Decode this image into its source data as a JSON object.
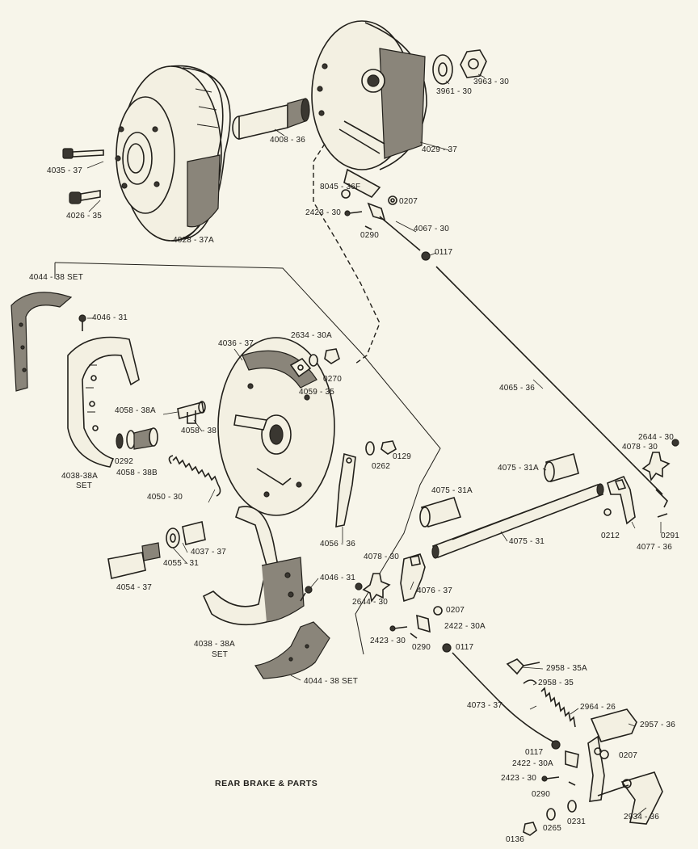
{
  "caption": "REAR BRAKE & PARTS",
  "parts": [
    {
      "id": "p-4035-37",
      "label": "4035 - 37"
    },
    {
      "id": "p-4026-35",
      "label": "4026 - 35"
    },
    {
      "id": "p-4028-37a",
      "label": "4028 - 37A"
    },
    {
      "id": "p-4008-36",
      "label": "4008 - 36"
    },
    {
      "id": "p-4029-37",
      "label": "4029 - 37"
    },
    {
      "id": "p-3961-30",
      "label": "3961 - 30"
    },
    {
      "id": "p-3963-30",
      "label": "3963 - 30"
    },
    {
      "id": "p-8045-36f",
      "label": "8045 - 36F"
    },
    {
      "id": "p-0207-top",
      "label": "0207"
    },
    {
      "id": "p-2423-30-top",
      "label": "2423 - 30"
    },
    {
      "id": "p-0290-top",
      "label": "0290"
    },
    {
      "id": "p-4067-30",
      "label": "4067 - 30"
    },
    {
      "id": "p-0117-top",
      "label": "0117"
    },
    {
      "id": "p-4044-38set-top",
      "label": "4044 - 38 SET"
    },
    {
      "id": "p-4046-31-top",
      "label": "4046 - 31"
    },
    {
      "id": "p-4036-37",
      "label": "4036 - 37"
    },
    {
      "id": "p-2634-30a",
      "label": "2634 - 30A"
    },
    {
      "id": "p-0270",
      "label": "0270"
    },
    {
      "id": "p-4059-35",
      "label": "4059 - 35"
    },
    {
      "id": "p-4058-38a",
      "label": "4058 - 38A"
    },
    {
      "id": "p-4058-38",
      "label": "4058 - 38"
    },
    {
      "id": "p-0292",
      "label": "0292"
    },
    {
      "id": "p-4058-38b",
      "label": "4058 - 38B"
    },
    {
      "id": "p-4038-38a-top",
      "label": "4038-38A"
    },
    {
      "id": "p-set-top",
      "label": "SET"
    },
    {
      "id": "p-4050-30",
      "label": "4050 - 30"
    },
    {
      "id": "p-0262",
      "label": "0262"
    },
    {
      "id": "p-0129",
      "label": "0129"
    },
    {
      "id": "p-4065-36",
      "label": "4065 - 36"
    },
    {
      "id": "p-2644-30-right",
      "label": "2644 - 30"
    },
    {
      "id": "p-4078-30-right",
      "label": "4078 - 30"
    },
    {
      "id": "p-4075-31a-right",
      "label": "4075 - 31A"
    },
    {
      "id": "p-4075-31a-left",
      "label": "4075 - 31A"
    },
    {
      "id": "p-4037-37",
      "label": "4037 - 37"
    },
    {
      "id": "p-4055-31",
      "label": "4055 - 31"
    },
    {
      "id": "p-4054-37",
      "label": "4054 - 37"
    },
    {
      "id": "p-4056-36",
      "label": "4056 - 36"
    },
    {
      "id": "p-4075-31",
      "label": "4075 - 31"
    },
    {
      "id": "p-0212",
      "label": "0212"
    },
    {
      "id": "p-0291",
      "label": "0291"
    },
    {
      "id": "p-4077-36",
      "label": "4077 - 36"
    },
    {
      "id": "p-4078-30-left",
      "label": "4078 - 30"
    },
    {
      "id": "p-4076-37",
      "label": "4076 - 37"
    },
    {
      "id": "p-2644-30-left",
      "label": "2644 - 30"
    },
    {
      "id": "p-4046-31-bottom",
      "label": "4046 - 31"
    },
    {
      "id": "p-0207-mid",
      "label": "0207"
    },
    {
      "id": "p-2422-30a-mid",
      "label": "2422 - 30A"
    },
    {
      "id": "p-2423-30-mid",
      "label": "2423 - 30"
    },
    {
      "id": "p-0290-mid",
      "label": "0290"
    },
    {
      "id": "p-0117-mid",
      "label": "0117"
    },
    {
      "id": "p-4038-38a-bottom",
      "label": "4038 - 38A"
    },
    {
      "id": "p-set-bottom",
      "label": "SET"
    },
    {
      "id": "p-4044-38set-bottom",
      "label": "4044 - 38 SET"
    },
    {
      "id": "p-2958-35a",
      "label": "2958 - 35A"
    },
    {
      "id": "p-2958-35",
      "label": "2958 - 35"
    },
    {
      "id": "p-4073-37",
      "label": "4073 - 37"
    },
    {
      "id": "p-2964-26",
      "label": "2964 - 26"
    },
    {
      "id": "p-2957-36",
      "label": "2957 - 36"
    },
    {
      "id": "p-0117-bottom",
      "label": "0117"
    },
    {
      "id": "p-2422-30a-bottom",
      "label": "2422 - 30A"
    },
    {
      "id": "p-0207-bottom",
      "label": "0207"
    },
    {
      "id": "p-2423-30-bottom",
      "label": "2423 - 30"
    },
    {
      "id": "p-0290-bottom",
      "label": "0290"
    },
    {
      "id": "p-2934-36",
      "label": "2934 - 36"
    },
    {
      "id": "p-0136",
      "label": "0136"
    },
    {
      "id": "p-0265",
      "label": "0265"
    },
    {
      "id": "p-0231",
      "label": "0231"
    }
  ]
}
